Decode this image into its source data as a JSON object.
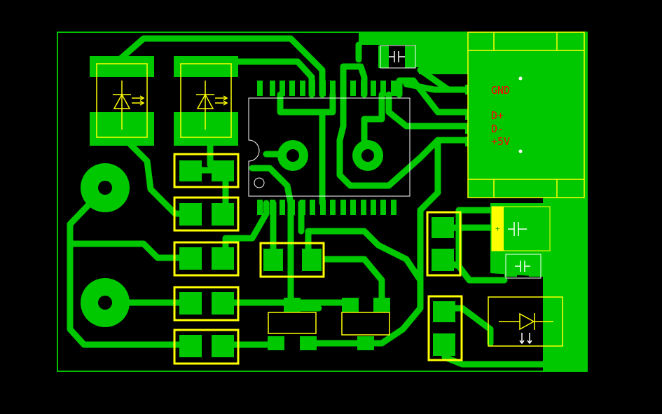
{
  "board": {
    "background_color": "#000000",
    "copper_color": "#00c800",
    "silk_color": "#ffff00",
    "label_color": "#ff0000",
    "outline_color": "#00ff00"
  },
  "usb_connector": {
    "pins": [
      {
        "label": "GND"
      },
      {
        "label": "D+"
      },
      {
        "label": "D-"
      },
      {
        "label": "+5V"
      }
    ]
  },
  "polarity_mark": {
    "label": "+"
  },
  "icons": {
    "led": "led-photodiode-symbol",
    "capacitor": "capacitor-symbol",
    "diode": "diode-symbol",
    "via": "mounting-hole"
  }
}
